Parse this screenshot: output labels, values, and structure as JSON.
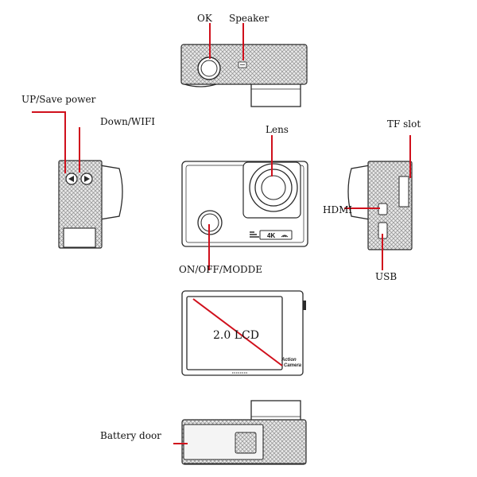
{
  "labels": {
    "ok": "OK",
    "speaker": "Speaker",
    "up_save_power": "UP/Save power",
    "down_wifi": "Down/WIFI",
    "lens": "Lens",
    "tf_slot": "TF slot",
    "hdmi": "HDMI",
    "on_off_mode": "ON/OFF/MODDE",
    "usb": "USB",
    "lcd": "2.0 LCD",
    "battery_door": "Battery door"
  },
  "device_markings": {
    "resolution_badge": "4K",
    "back_branding_line1": "Action",
    "back_branding_line2": "Camera"
  },
  "colors": {
    "leader_line": "#d0101c",
    "outline": "#2a2a2a",
    "knurl_texture": "#9a9a9a",
    "background": "#ffffff"
  },
  "icons": {
    "ok_button": "round-button",
    "speaker": "speaker-grille",
    "wifi": "wifi-icon",
    "up_button": "triangle-left",
    "down_button": "triangle-right"
  }
}
